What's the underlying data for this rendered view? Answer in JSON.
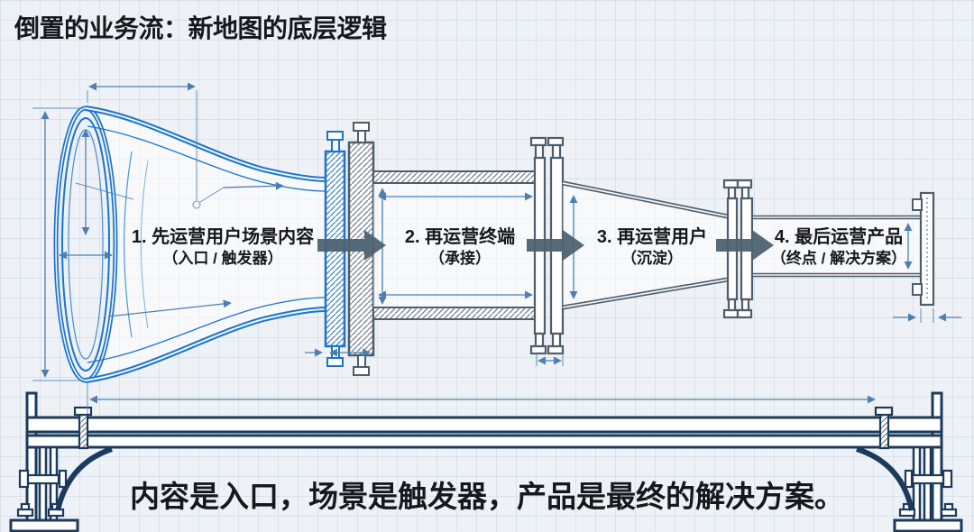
{
  "title": "倒置的业务流：新地图的底层逻辑",
  "stages": [
    {
      "label": "1. 先运营用户场景内容",
      "sublabel": "（入口 / 触发器）"
    },
    {
      "label": "2. 再运营终端",
      "sublabel": "（承接）"
    },
    {
      "label": "3. 再运营用户",
      "sublabel": "（沉淀）"
    },
    {
      "label": "4. 最后运营产品",
      "sublabel": "（终点 / 解决方案）"
    }
  ],
  "footer": "内容是入口，场景是触发器，产品是最终的解决方案。",
  "diagram": {
    "style": "blueprint technical drawing on grid paper",
    "elements": [
      "horn-bell-intake",
      "flange-joint",
      "duct-section",
      "reducer-cone",
      "outlet-pipe",
      "end-plate",
      "support-stand"
    ],
    "flow_arrow_icon": "flow-arrow-right",
    "flow_arrow_count": 3
  },
  "colors": {
    "horn_blue": "#1b74cc",
    "steel_gray": "#4d5d6b",
    "arrow_gray": "#4d6272",
    "stand_navy": "#1c3b5c",
    "dimension_blue": "#4d7fb0",
    "text_dark": "#15181c",
    "background": "#eef2f6"
  }
}
